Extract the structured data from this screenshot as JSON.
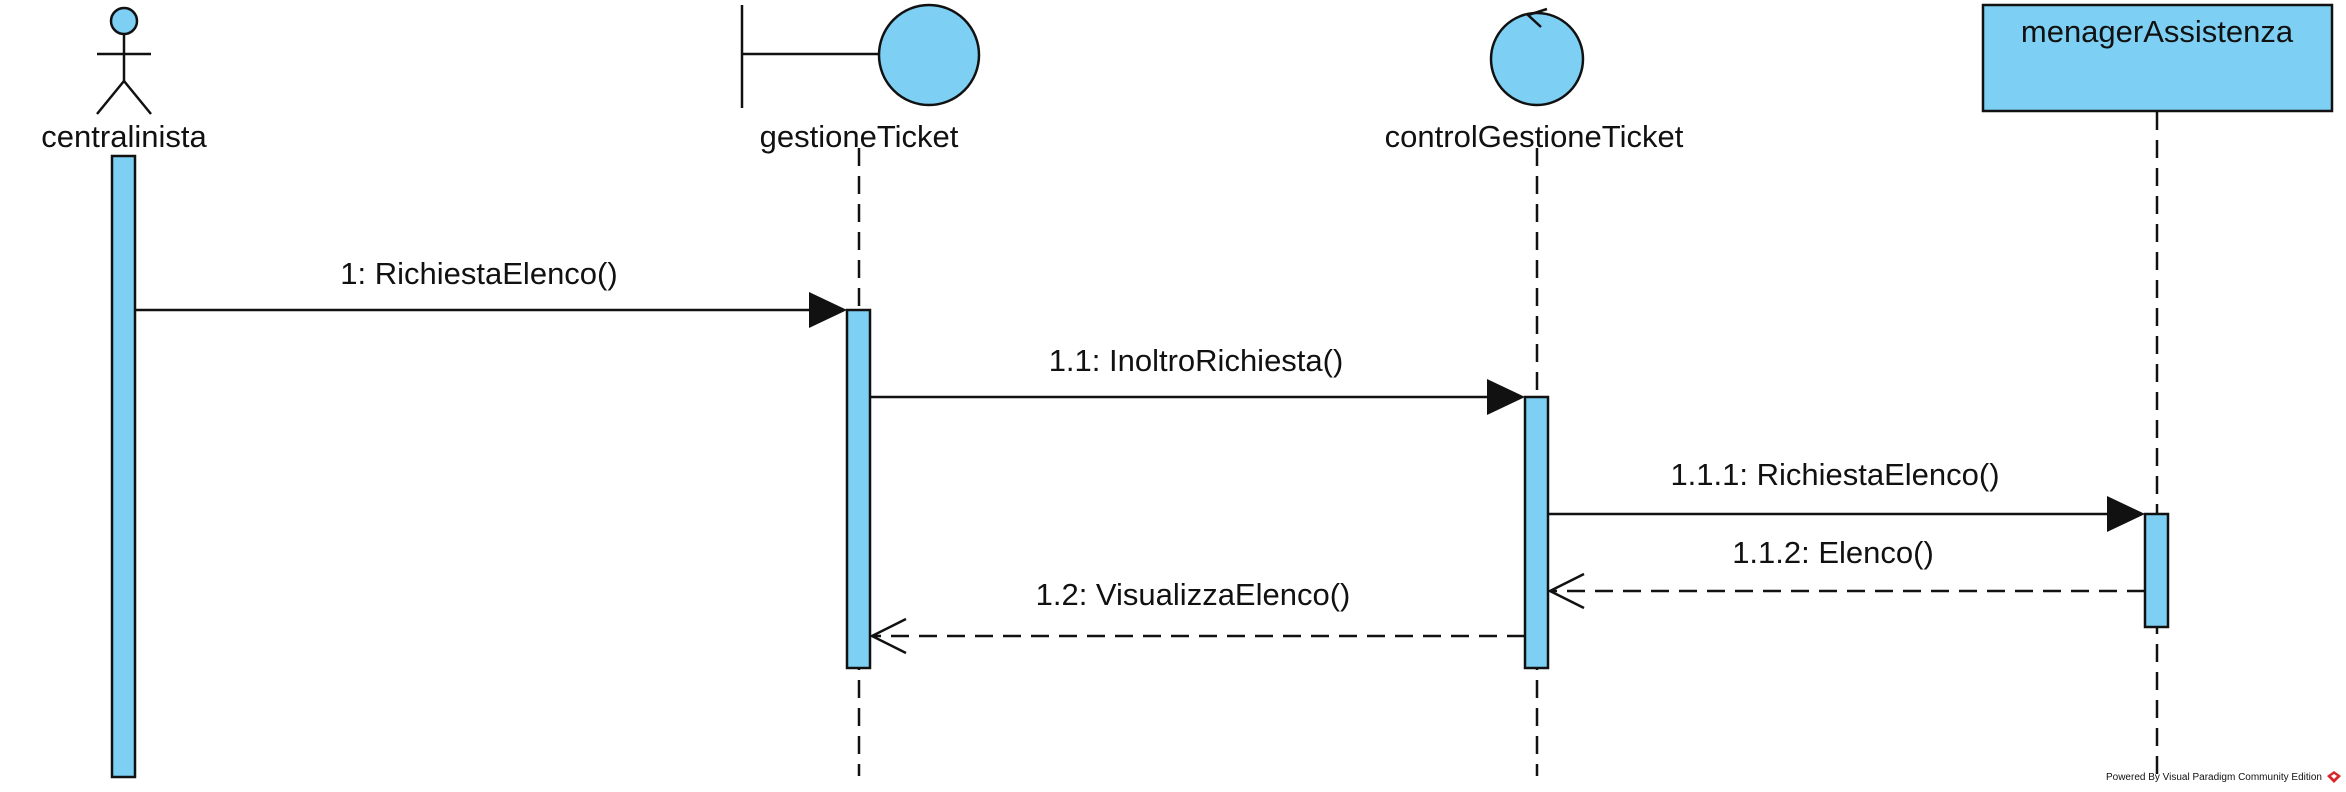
{
  "colors": {
    "fill": "#7dd0f4",
    "stroke": "#111111",
    "background": "#ffffff",
    "watermark_icon": "#d9262b"
  },
  "participants": [
    {
      "id": "centralinista",
      "name": "centralinista",
      "shape": "actor"
    },
    {
      "id": "gestioneTicket",
      "name": "gestioneTicket",
      "shape": "boundary"
    },
    {
      "id": "controlGestioneTicket",
      "name": "controlGestioneTicket",
      "shape": "control"
    },
    {
      "id": "menagerAssistenza",
      "name": "menagerAssistenza",
      "shape": "entity-box"
    }
  ],
  "messages": [
    {
      "label": "1: RichiestaElenco()",
      "from": "centralinista",
      "to": "gestioneTicket",
      "kind": "synchronous"
    },
    {
      "label": "1.1: InoltroRichiesta()",
      "from": "gestioneTicket",
      "to": "controlGestioneTicket",
      "kind": "synchronous"
    },
    {
      "label": "1.1.1: RichiestaElenco()",
      "from": "controlGestioneTicket",
      "to": "menagerAssistenza",
      "kind": "synchronous"
    },
    {
      "label": "1.1.2: Elenco()",
      "from": "menagerAssistenza",
      "to": "controlGestioneTicket",
      "kind": "return"
    },
    {
      "label": "1.2: VisualizzaElenco()",
      "from": "controlGestioneTicket",
      "to": "gestioneTicket",
      "kind": "return"
    }
  ],
  "watermark": {
    "text": "Powered By  Visual Paradigm Community Edition",
    "icon": "visual-paradigm-logo-icon"
  }
}
